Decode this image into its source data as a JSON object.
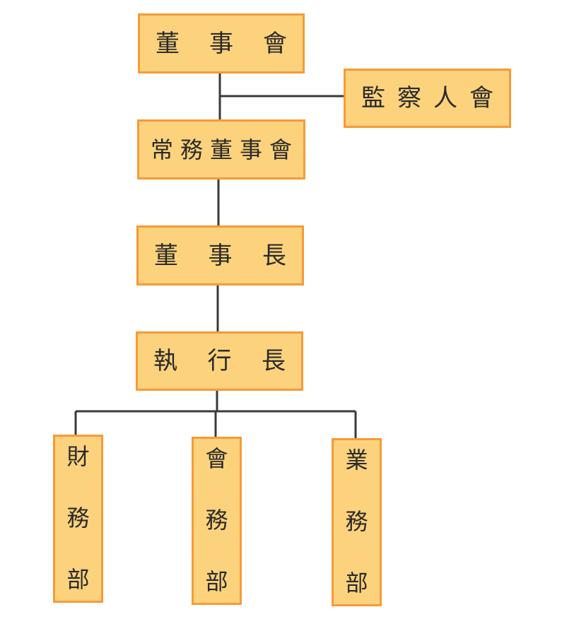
{
  "org_chart": {
    "board": [
      "董",
      "事",
      "會"
    ],
    "supervisors": [
      "監",
      "察",
      "人",
      "會"
    ],
    "executive_board": [
      "常",
      "務",
      "董",
      "事",
      "會"
    ],
    "chairman": [
      "董",
      "事",
      "長"
    ],
    "ceo": [
      "執",
      "行",
      "長"
    ],
    "departments": [
      [
        "財",
        "務",
        "部"
      ],
      [
        "會",
        "務",
        "部"
      ],
      [
        "業",
        "務",
        "部"
      ]
    ]
  },
  "colors": {
    "box_fill": "#fcd27c",
    "box_border": "#f79a38",
    "connector": "#3a3a3a",
    "text": "#2a2a2a"
  }
}
